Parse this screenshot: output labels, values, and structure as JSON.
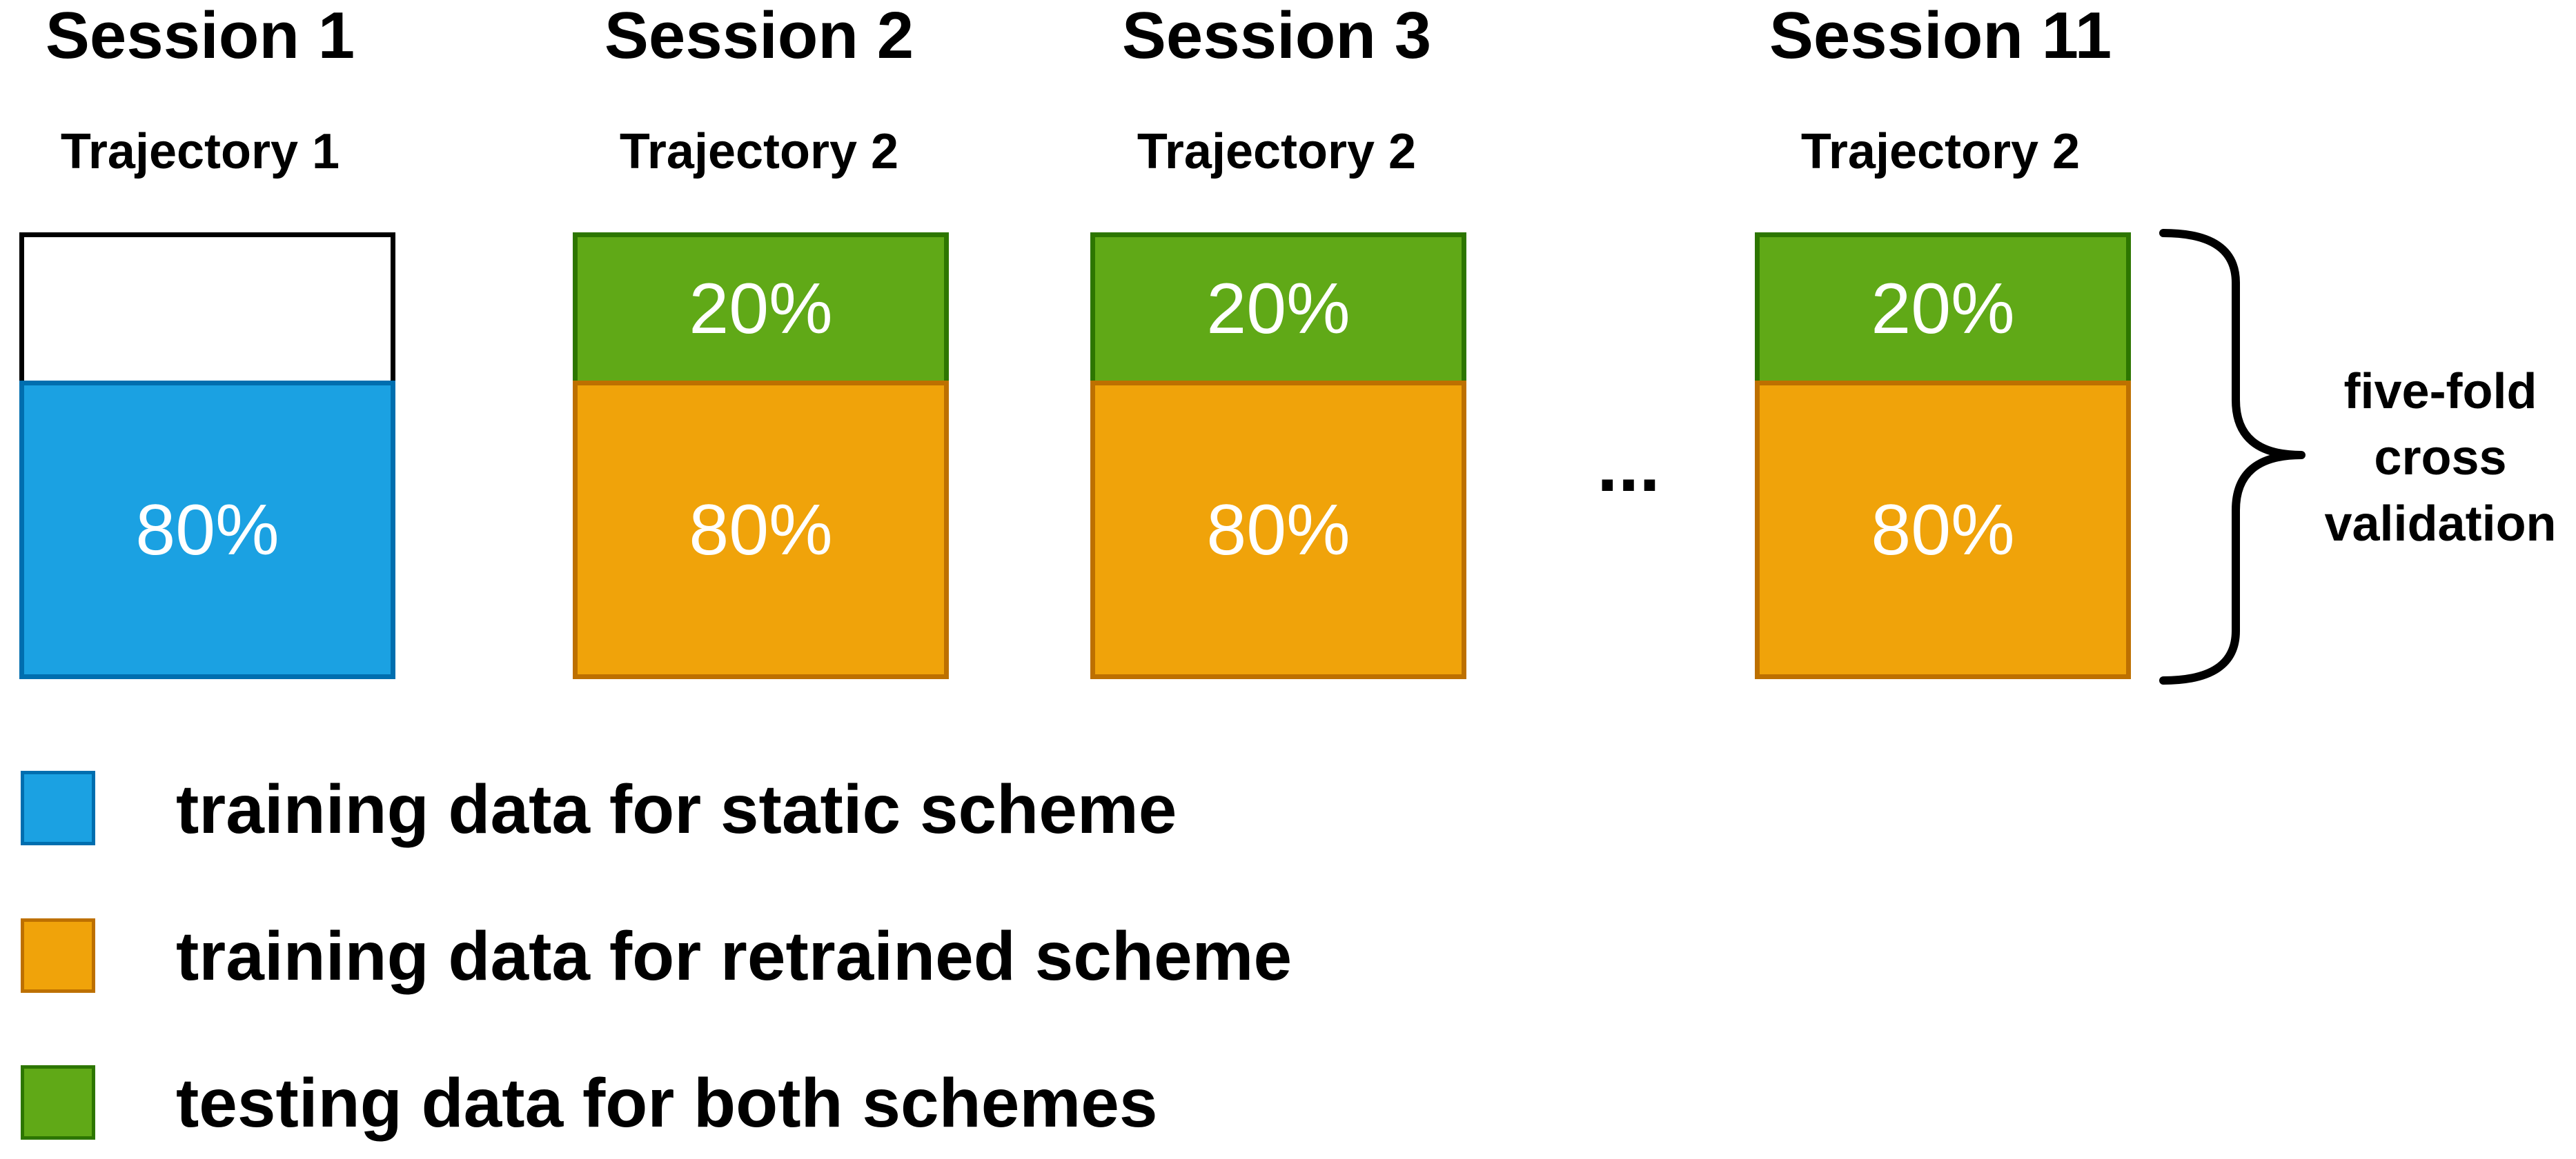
{
  "sessions": [
    {
      "title": "Session 1",
      "trajectory": "Trajectory 1",
      "top_label": "",
      "bottom_label": "80%"
    },
    {
      "title": "Session 2",
      "trajectory": "Trajectory 2",
      "top_label": "20%",
      "bottom_label": "80%"
    },
    {
      "title": "Session 3",
      "trajectory": "Trajectory 2",
      "top_label": "20%",
      "bottom_label": "80%"
    },
    {
      "title": "Session 11",
      "trajectory": "Trajectory 2",
      "top_label": "20%",
      "bottom_label": "80%"
    }
  ],
  "ellipsis": "...",
  "brace_label": {
    "line1": "five-fold",
    "line2": "cross",
    "line3": "validation"
  },
  "legend": [
    {
      "label": "training data for static scheme",
      "color": "#1ba1e2"
    },
    {
      "label": "training data for retrained scheme",
      "color": "#f0a30a"
    },
    {
      "label": "testing data for both schemes",
      "color": "#60a917"
    }
  ],
  "colors": {
    "blue": "#1ba1e2",
    "orange": "#f0a30a",
    "green": "#60a917"
  }
}
